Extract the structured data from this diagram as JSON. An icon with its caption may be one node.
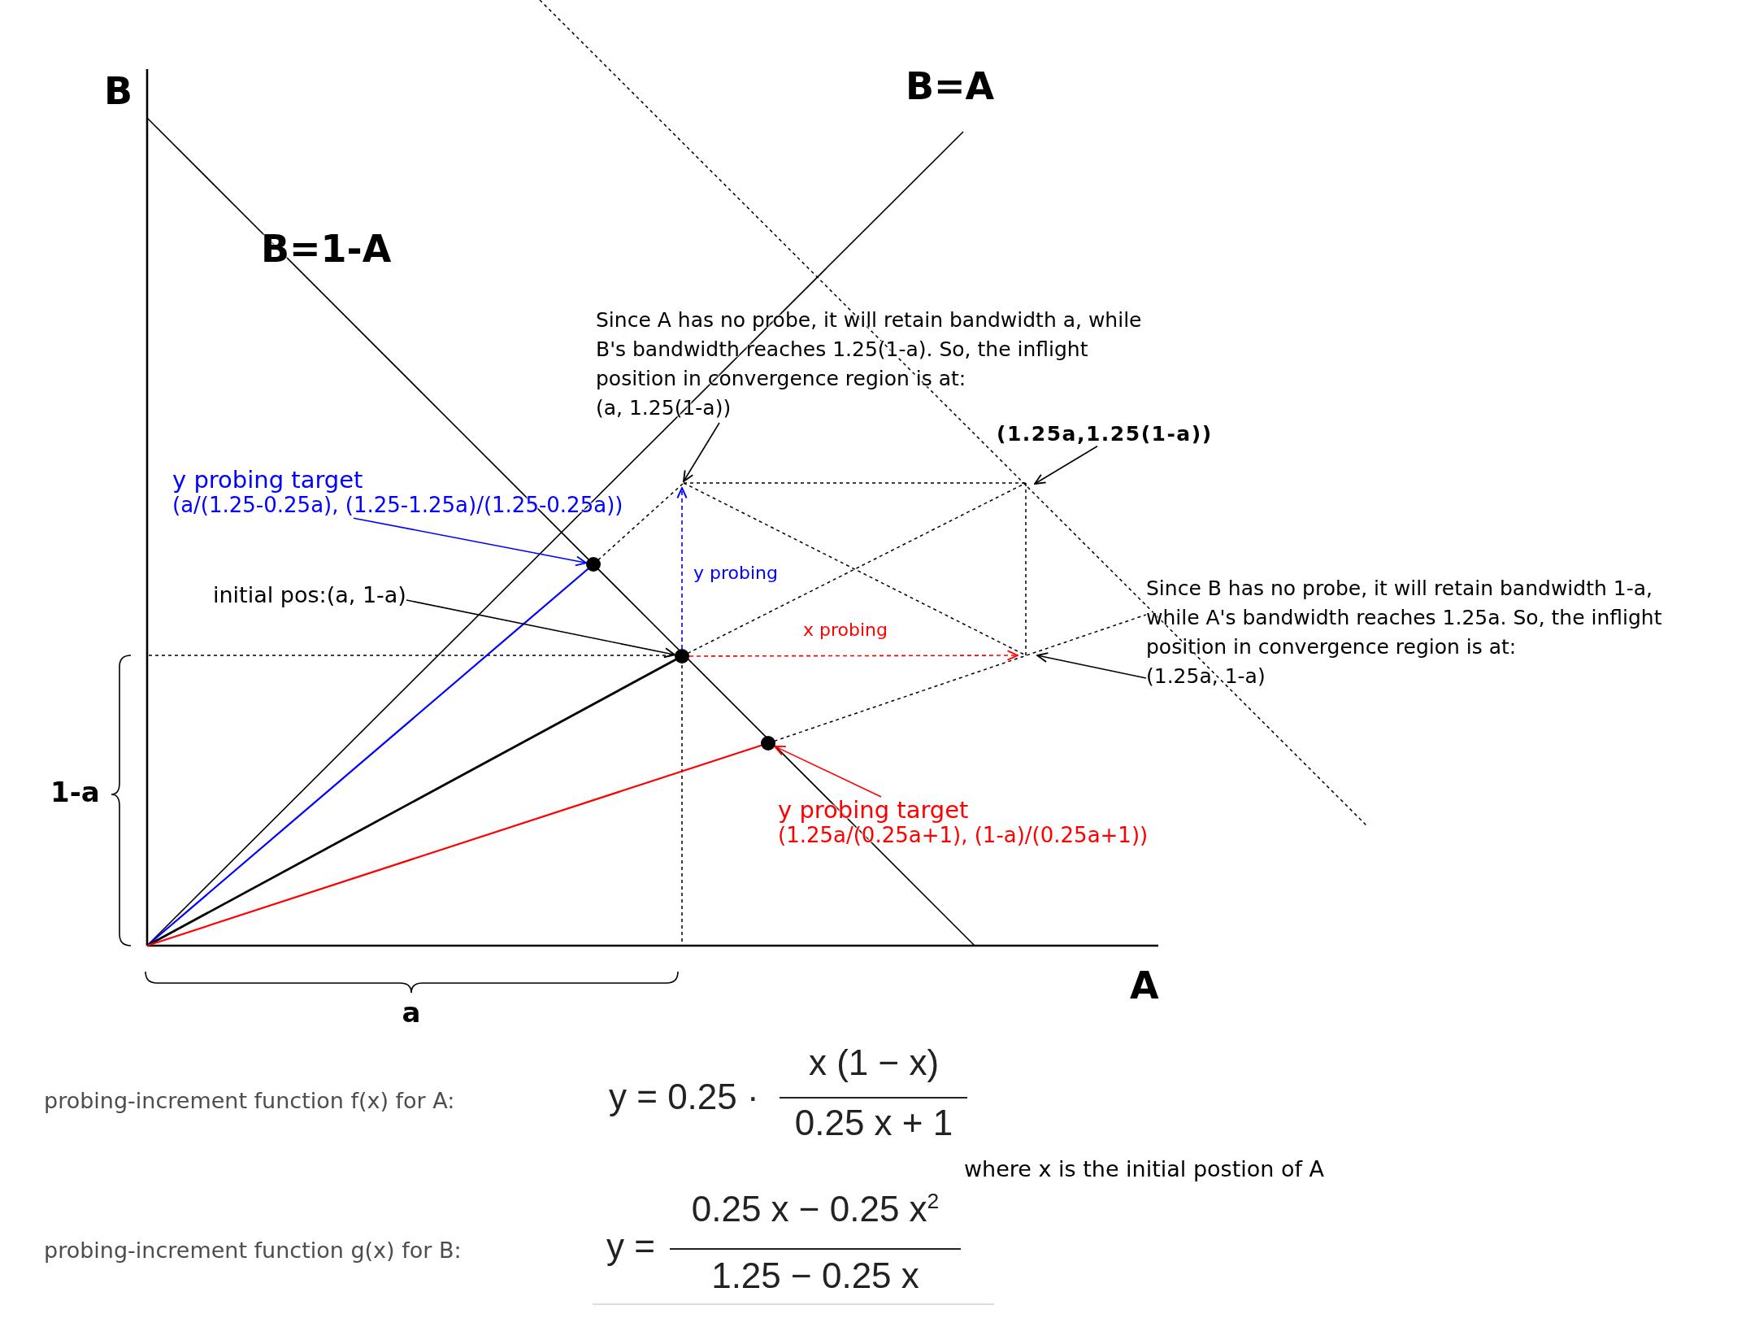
{
  "diagram": {
    "nodes": [
      {
        "text": [
          "Since A has no probe, it will retain bandwidth a, while B's bandwidth reaches 1.25(1-a). So, the inflight position in convergence region is at:",
          "(a, 1.25(1-a))"
        ]
      },
      {
        "text": [
          "(1.25a,1.25(1-a))"
        ]
      },
      {
        "text": [
          "y probing target",
          "(a/(1.25-0.25a), (1.25-1.25a)/(1.25-0.25a))"
        ]
      },
      {
        "text": [
          "initial pos:(a, 1-a)"
        ]
      },
      {
        "text": [
          "Since B has no probe, it will retain bandwidth 1-a, while A's bandwidth reaches 1.25a. So, the inflight position in convergence region is at:",
          "(1.25a, 1-a)"
        ]
      },
      {
        "text": [
          "y probing target",
          "(1.25a/(0.25a+1), (1-a)/(0.25a+1))"
        ]
      },
      {
        "text": [],
        "shape": "circle"
      },
      {
        "text": [],
        "shape": "circle"
      },
      {
        "text": [],
        "shape": "circle"
      }
    ],
    "edges": [
      {
        "from": 0,
        "to": null,
        "arrow": "to"
      },
      {
        "from": 1,
        "to": null,
        "arrow": "to"
      },
      {
        "from": 2,
        "to": 6,
        "arrow": "to",
        "color": "#0000ff"
      },
      {
        "from": 3,
        "to": 7,
        "arrow": "to"
      },
      {
        "from": 4,
        "to": null,
        "arrow": "to"
      },
      {
        "from": 5,
        "to": 8,
        "arrow": "to",
        "color": "#ff0000"
      },
      {
        "from": 7,
        "to": null,
        "arrow": "to",
        "label": "y probing",
        "style": "dashed",
        "color": "#0000ff"
      },
      {
        "from": 7,
        "to": null,
        "arrow": "to",
        "label": "x probing",
        "style": "dashed",
        "color": "#ff0000"
      }
    ],
    "labels": [
      "B",
      "B=A",
      "B=1-A",
      "1-a",
      "A",
      "a",
      "probing-increment function f(x) for A:",
      "y = 0.25 ·",
      "x (1 − x)",
      "0.25 x + 1",
      "where x is the initial postion of A",
      "probing-increment function g(x) for B:",
      "y =",
      "0.25 x − 0.25 x$^{2}$",
      "1.25 − 0.25 x"
    ]
  }
}
